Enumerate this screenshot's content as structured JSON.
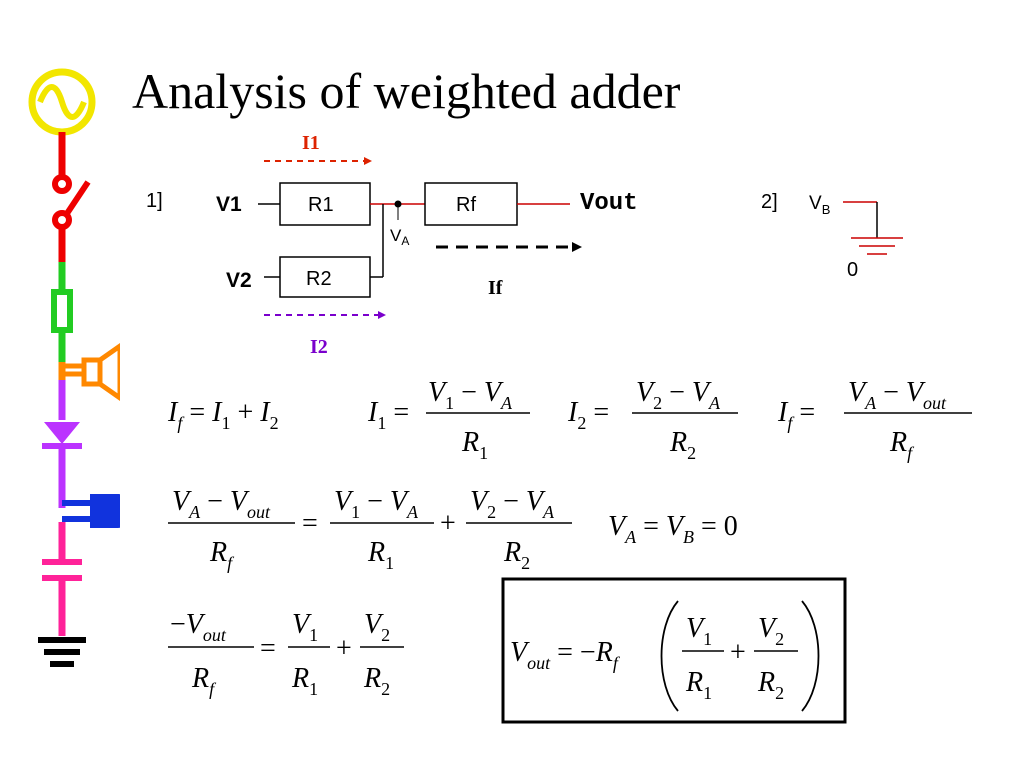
{
  "title": "Analysis of weighted adder",
  "circuit1": {
    "number": "1]",
    "v1": "V1",
    "v2": "V2",
    "r1": "R1",
    "r2": "R2",
    "rf": "Rf",
    "vout": "Vout",
    "node_v": "V",
    "node_sub": "A",
    "i1": "I1",
    "i2": "I2",
    "if": "If"
  },
  "circuit2": {
    "number": "2]",
    "vb": "V",
    "vb_sub": "B",
    "ground": "0"
  },
  "colors": {
    "wire": "#cc0000",
    "i1_arrow": "#dd2200",
    "i2_arrow": "#7a00cc",
    "if_arrow": "#000000"
  },
  "sidebar_icons": [
    "ac-source-icon",
    "switch-icon",
    "resistor-icon",
    "speaker-icon",
    "diode-icon",
    "lamp-icon",
    "capacitor-icon",
    "ground-icon"
  ],
  "equations": {
    "row1": {
      "eq1": "I_f = I_1 + I_2",
      "eq2": "I_1 = (V_1 − V_A) / R_1",
      "eq3": "I_2 = (V_2 − V_A) / R_2",
      "eq4": "I_f = (V_A − V_out) / R_f"
    },
    "row2": {
      "eq1": "(V_A − V_out)/R_f = (V_1 − V_A)/R_1 + (V_2 − V_A)/R_2",
      "eq2": "V_A = V_B = 0"
    },
    "row3": {
      "eq1": "−V_out/R_f = V_1/R_1 + V_2/R_2",
      "result": "V_out = −R_f (V_1/R_1 + V_2/R_2)"
    }
  }
}
